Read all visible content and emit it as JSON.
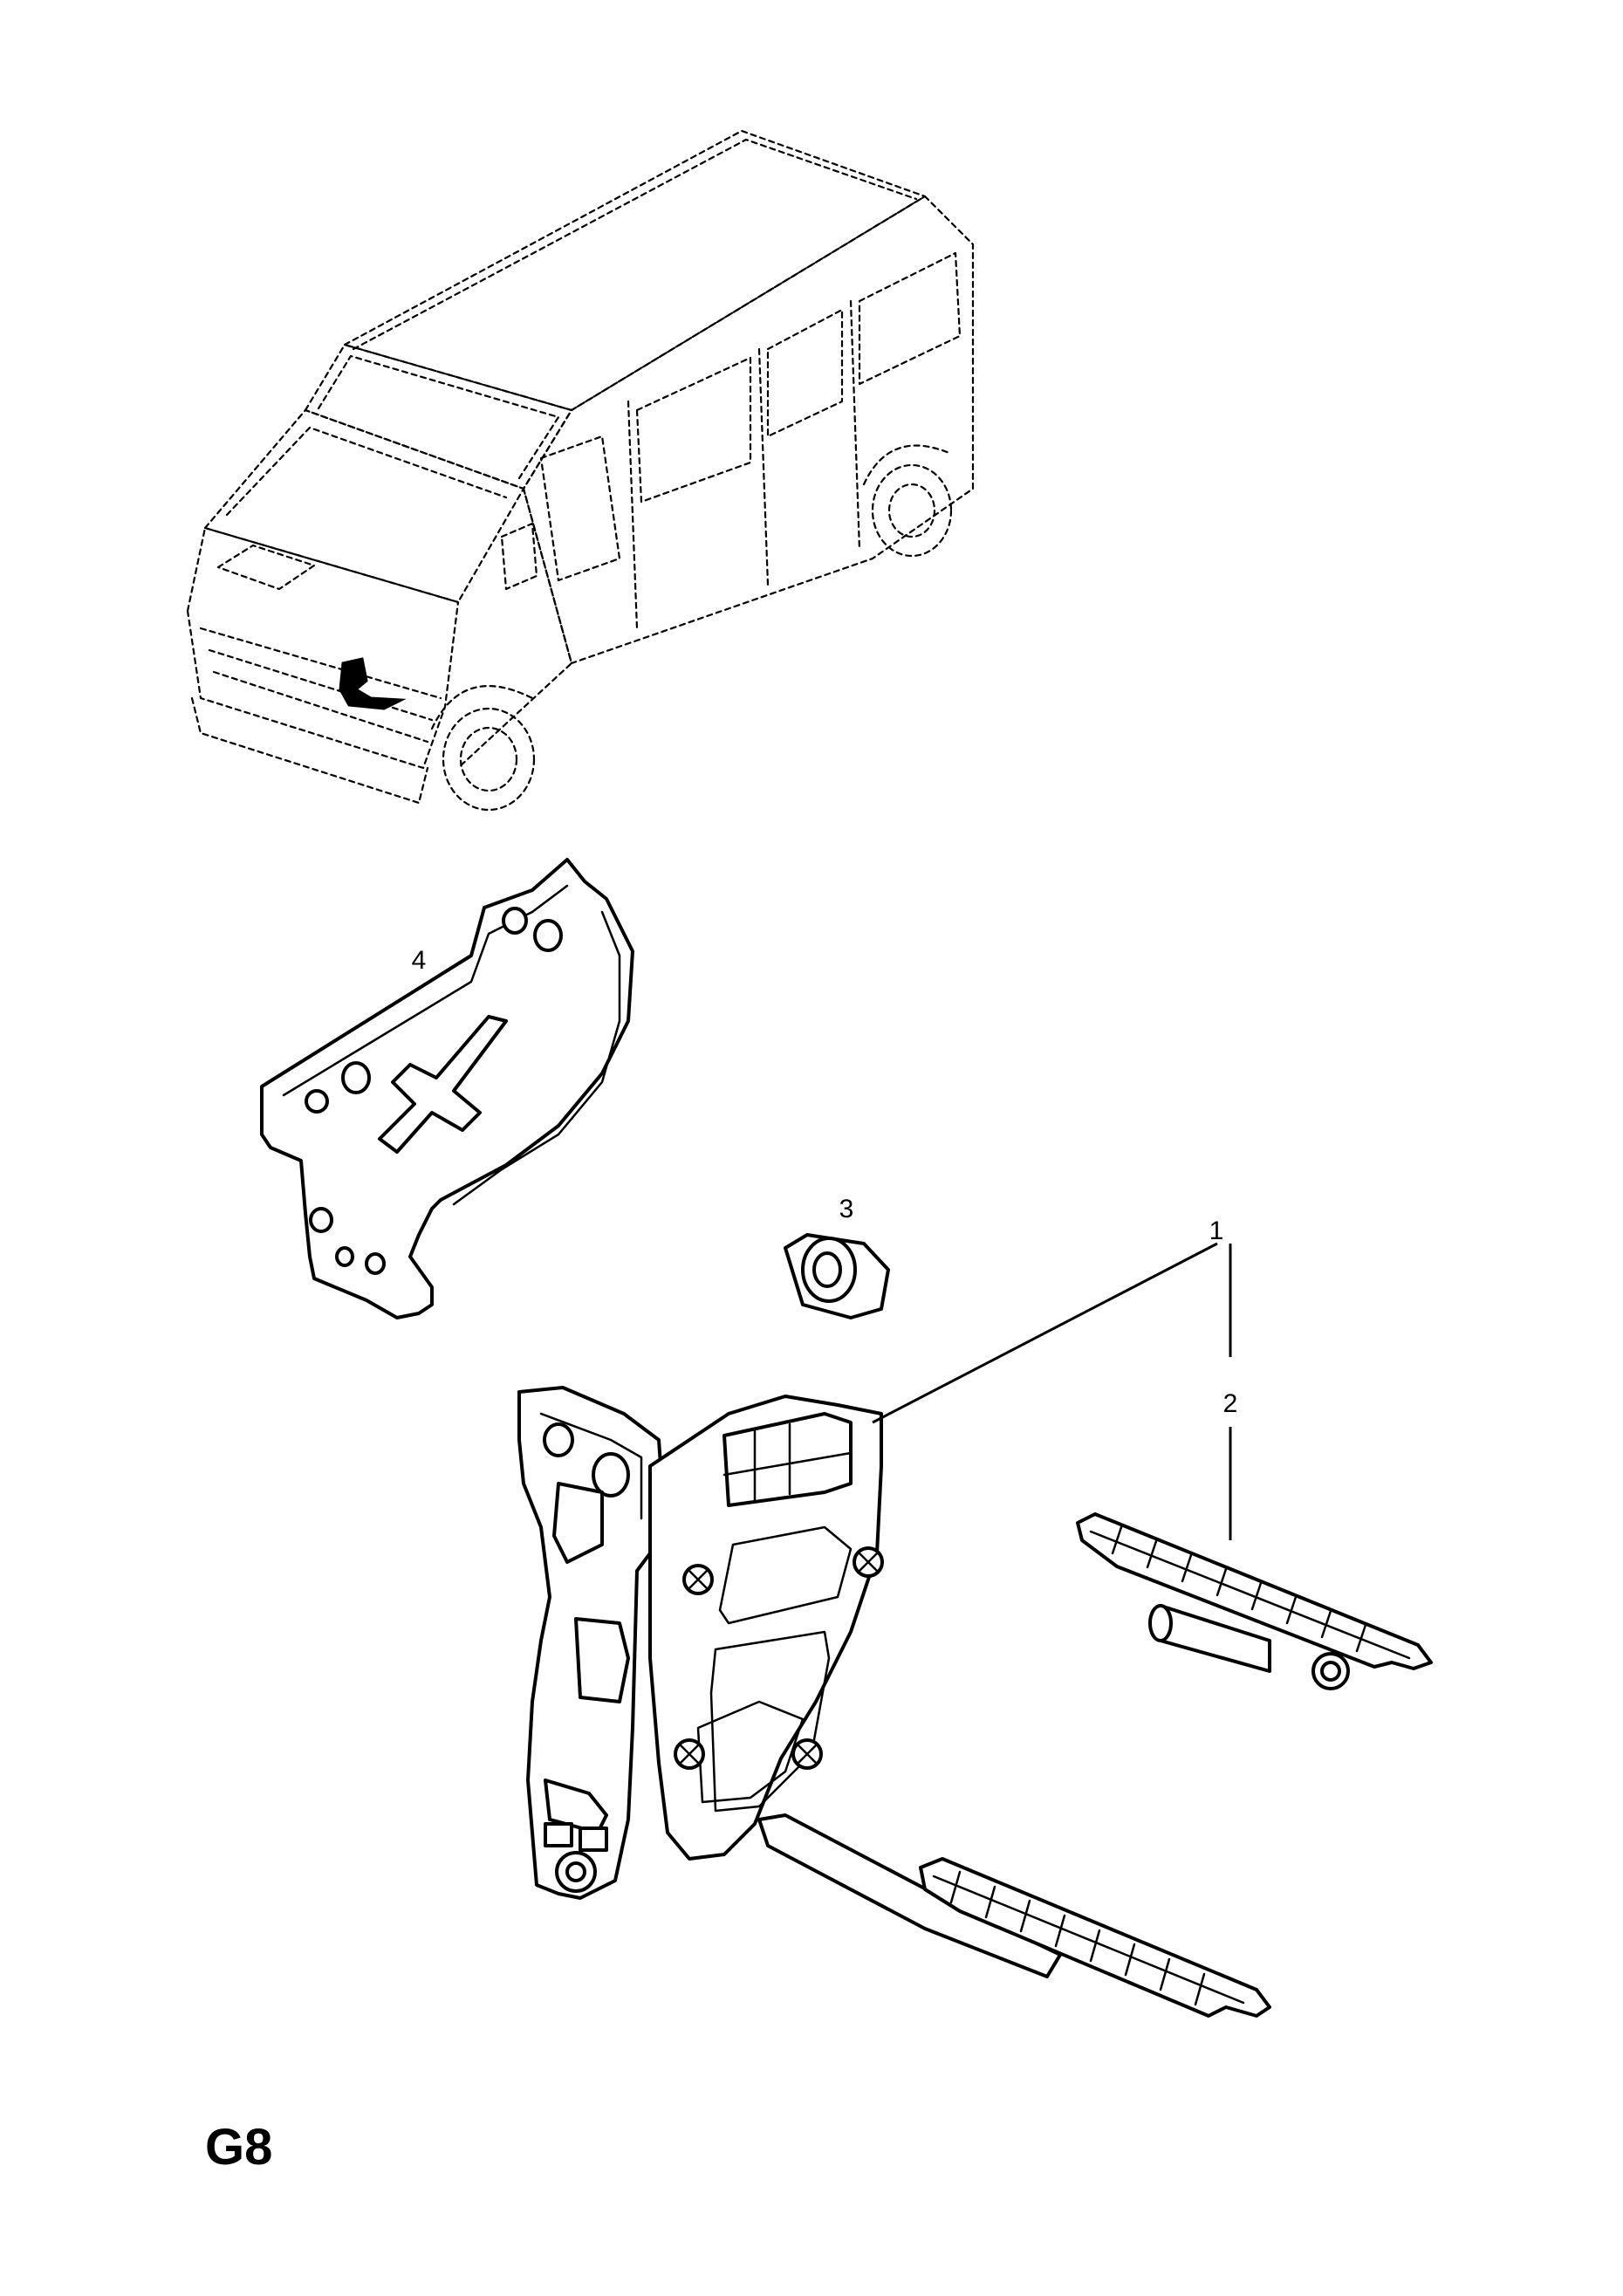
{
  "diagram": {
    "section_code": "G8",
    "colors": {
      "line": "#000000",
      "background": "#ffffff",
      "highlight": "#000000"
    },
    "callouts": [
      {
        "id": "1",
        "label": "1"
      },
      {
        "id": "2",
        "label": "2"
      },
      {
        "id": "3",
        "label": "3"
      },
      {
        "id": "4",
        "label": "4"
      }
    ]
  }
}
